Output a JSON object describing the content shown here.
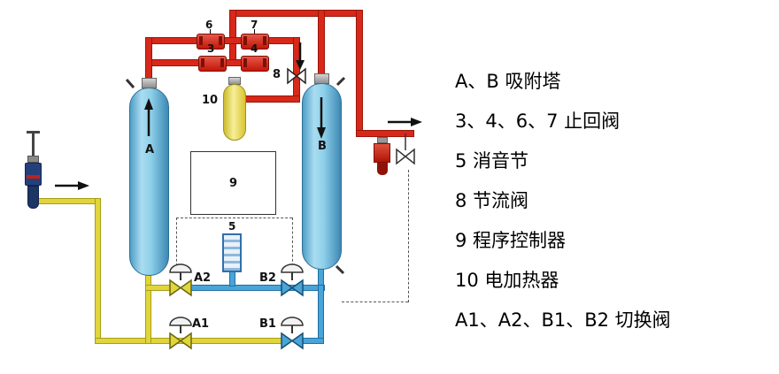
{
  "legend": {
    "items": [
      "A、B 吸附塔",
      "3、4、6、7 止回阀",
      "5 消音节",
      "8 节流阀",
      "9 程序控制器",
      "10 电加热器",
      "A1、A2、B1、B2 切换阀"
    ]
  },
  "diagram": {
    "tower_a": "A",
    "tower_b": "B",
    "check_valve_3": "3",
    "check_valve_4": "4",
    "check_valve_6": "6",
    "check_valve_7": "7",
    "silencer": "5",
    "throttle_valve": "8",
    "controller": "9",
    "heater": "10",
    "switch_valve_a1": "A1",
    "switch_valve_a2": "A2",
    "switch_valve_b1": "B1",
    "switch_valve_b2": "B2"
  },
  "colors": {
    "regeneration_pipe": "#d7281a",
    "inlet_pipe": "#e0d53a",
    "purge_pipe": "#49a5d8",
    "tower_fill": "#7cc6e4",
    "heater_fill": "#f0e04a"
  }
}
